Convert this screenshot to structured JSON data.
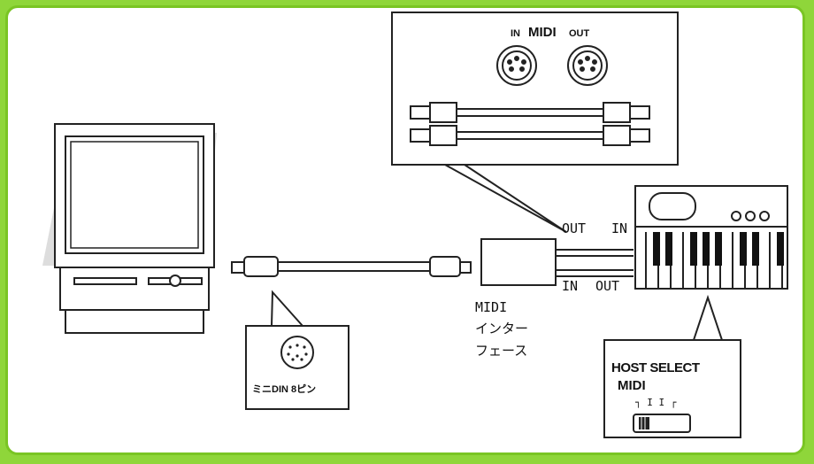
{
  "midi_port_panel": {
    "in_label": "IN",
    "title": "MIDI",
    "out_label": "OUT"
  },
  "cable_labels": {
    "top_out": "OUT",
    "top_in": "IN",
    "bottom_in": "IN",
    "bottom_out": "OUT"
  },
  "interface_label": {
    "line1": "MIDI",
    "line2": "インター",
    "line3": "フェース"
  },
  "connector_callout": {
    "label": "ミニDIN 8ピン"
  },
  "host_select_callout": {
    "title": "HOST SELECT",
    "value": "MIDI",
    "switch_marks": "┐ I I ┌"
  },
  "colors": {
    "background": "#8fd63a",
    "frame_border": "#7ac524",
    "panel": "#ffffff",
    "line": "#222222"
  }
}
